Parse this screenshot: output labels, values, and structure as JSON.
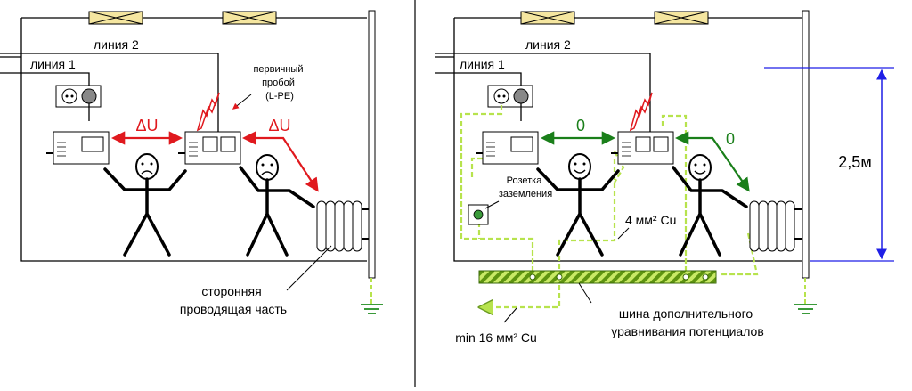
{
  "colors": {
    "danger": "#e0191e",
    "safe": "#1a7f1a",
    "dimension": "#1f1fe6",
    "ground_wire": "#b7e34d",
    "busbar": "#7ab317",
    "ground_symbol": "#3a9a3a",
    "vent": "#f5e6a0"
  },
  "left": {
    "line1_label": "линия 1",
    "line2_label": "линия 2",
    "fault_label": "первичный\nпробой\n(L-PE)",
    "voltage_a": "ΔU",
    "voltage_b": "ΔU",
    "radiator_label": "сторонняя\nпроводящая часть"
  },
  "right": {
    "line1_label": "линия 1",
    "line2_label": "линия 2",
    "voltage_a": "0",
    "voltage_b": "0",
    "socket_label": "Розетка\nзаземления",
    "wire_4mm_label": "4 мм² Cu",
    "min_16mm_label": "min 16 мм² Cu",
    "busbar_label": "шина дополнительного\nуравнивания потенциалов",
    "height_label": "2,5м"
  }
}
